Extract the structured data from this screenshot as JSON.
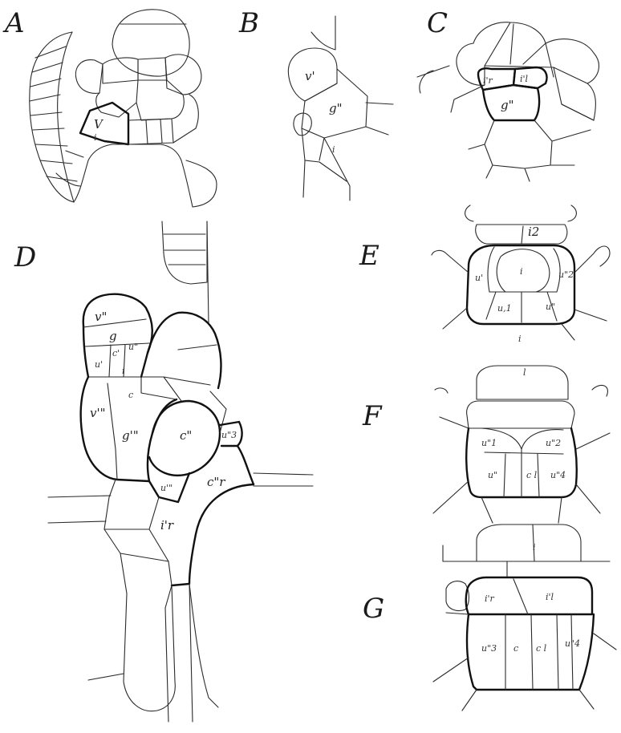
{
  "figure": {
    "panels": {
      "A": {
        "letter": "A",
        "labels": {
          "V": "V",
          "i": "i"
        }
      },
      "B": {
        "letter": "B",
        "labels": {
          "v": "v'",
          "g": "g\"",
          "i": "i"
        }
      },
      "C": {
        "letter": "C",
        "labels": {
          "ir": "i'r",
          "il": "i'l",
          "g": "g\""
        }
      },
      "D": {
        "letter": "D",
        "labels": {
          "v2": "v\"",
          "g": "g",
          "u": "u'",
          "c": "c'",
          "u2": "u\"",
          "i": "i",
          "c2": "c",
          "v3": "v'\"",
          "g3": "g'\"",
          "c3": "c\"",
          "u3": "u\"3",
          "u4": "u'\"",
          "cr": "c\"r",
          "ir": "i'r"
        }
      },
      "E": {
        "letter": "E",
        "labels": {
          "i2": "i2",
          "u": "u'",
          "i": "i",
          "u2": "u\"2",
          "u1": "u,1",
          "uu": "u\"",
          "ib": "i"
        }
      },
      "F": {
        "letter": "F",
        "labels": {
          "u1": "u\"1",
          "u2": "u\"2",
          "u3": "u\"",
          "u4": "u\"4",
          "cl": "c l",
          "l": "l"
        }
      },
      "G": {
        "letter": "G",
        "labels": {
          "ir": "i'r",
          "il": "i'l",
          "u3": "u\"3",
          "c": "c",
          "cl": "c l",
          "u4": "u\"4",
          "i": "i"
        }
      }
    }
  }
}
